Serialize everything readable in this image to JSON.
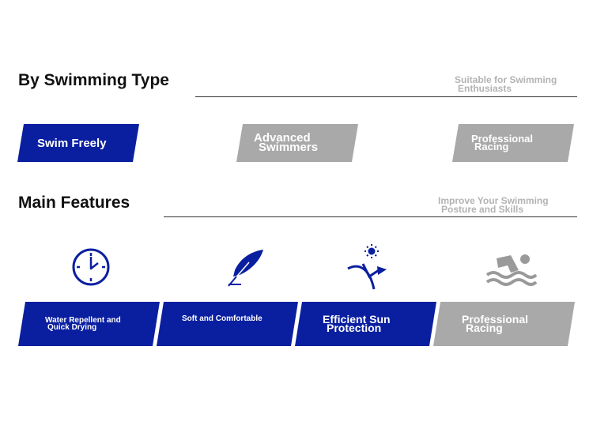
{
  "swimming_type": {
    "title": "By Swimming Type",
    "subtitle_line1": "Suitable for Swimming",
    "subtitle_line2": "Enthusiasts",
    "options": [
      {
        "line1": "Swim Freely",
        "line2": ""
      },
      {
        "line1": "Advanced",
        "line2": "Swimmers"
      },
      {
        "line1": "Professional",
        "line2": "Racing"
      }
    ]
  },
  "main_features": {
    "title": "Main Features",
    "subtitle_line1": "Improve Your Swimming",
    "subtitle_line2": "Posture and Skills",
    "features": [
      {
        "line1": "Water Repellent and",
        "line2": "Quick Drying",
        "icon": "clock-icon"
      },
      {
        "line1": "Soft and Comfortable",
        "line2": "",
        "icon": "feather-icon"
      },
      {
        "line1": "Efficient Sun",
        "line2": "Protection",
        "icon": "sun-protection-icon"
      },
      {
        "line1": "Professional",
        "line2": "Racing",
        "icon": "swimmer-icon"
      }
    ]
  },
  "colors": {
    "active": "#0a1fa0",
    "inactive": "#a9a9a9",
    "icon_blue": "#0a1fa0",
    "icon_grey": "#9a9a9a"
  }
}
